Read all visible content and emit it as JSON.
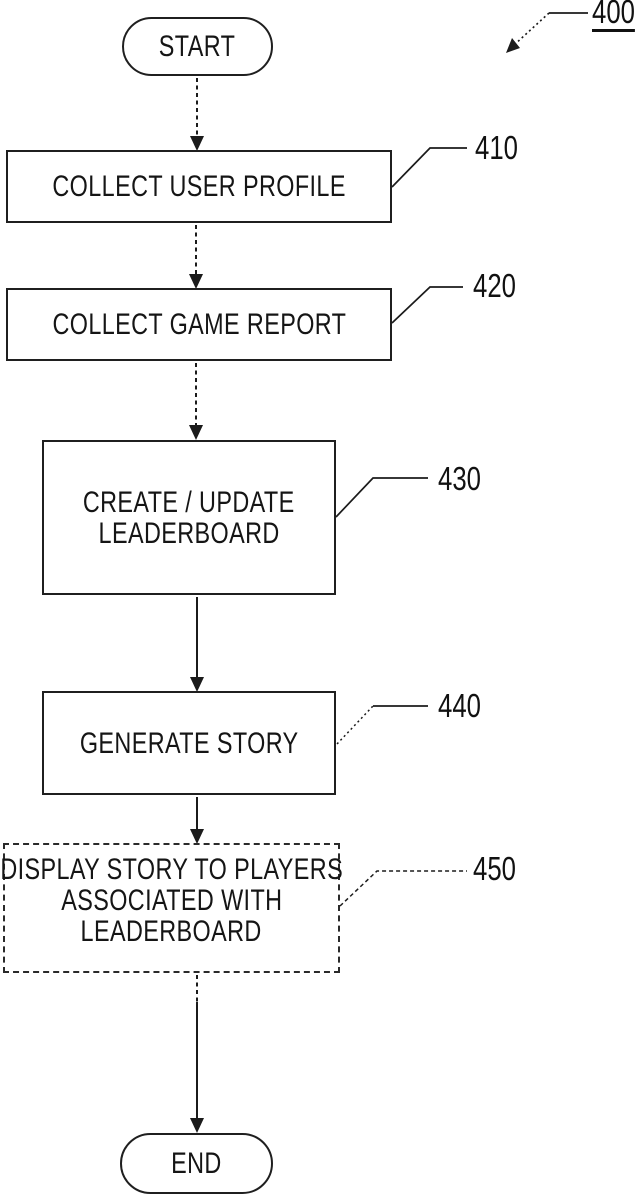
{
  "figure_label": {
    "text": "400"
  },
  "terminals": {
    "start": {
      "label": "START"
    },
    "end": {
      "label": "END"
    }
  },
  "steps": [
    {
      "ref": "410",
      "lines": [
        "COLLECT USER PROFILE"
      ]
    },
    {
      "ref": "420",
      "lines": [
        "COLLECT GAME REPORT"
      ]
    },
    {
      "ref": "430",
      "lines": [
        "CREATE / UPDATE",
        "LEADERBOARD"
      ]
    },
    {
      "ref": "440",
      "lines": [
        "GENERATE STORY"
      ]
    },
    {
      "ref": "450",
      "lines": [
        "DISPLAY STORY TO PLAYERS",
        "ASSOCIATED WITH",
        "LEADERBOARD"
      ]
    }
  ],
  "colors": {
    "ink": "#1b1b1b",
    "background": "#ffffff"
  }
}
